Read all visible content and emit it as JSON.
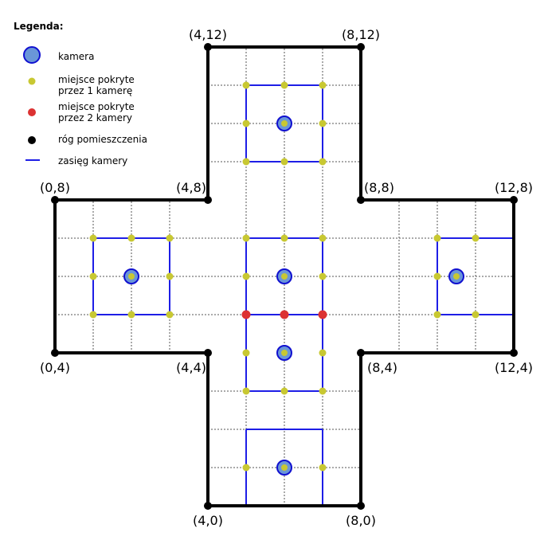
{
  "legend": {
    "title": "Legenda:",
    "items": [
      {
        "kind": "camera",
        "text1": "kamera",
        "text2": ""
      },
      {
        "kind": "single",
        "text1": "miejsce pokryte",
        "text2": "przez 1 kamerę"
      },
      {
        "kind": "double",
        "text1": "miejsce pokryte",
        "text2": "przez 2 kamery"
      },
      {
        "kind": "corner",
        "text1": "róg pomieszczenia",
        "text2": ""
      },
      {
        "kind": "range",
        "text1": "zasięg kamery",
        "text2": ""
      }
    ]
  },
  "colors": {
    "wall": "#000000",
    "grid": "#555555",
    "range": "#1e1ee6",
    "camera_fill": "#6a96d8",
    "camera_stroke": "#1010d0",
    "single": "#c8c832",
    "double": "#dc3232",
    "corner": "#000000"
  },
  "corners": [
    {
      "x": 4,
      "y": 12,
      "label": "(4,12)",
      "pos": "above"
    },
    {
      "x": 8,
      "y": 12,
      "label": "(8,12)",
      "pos": "above"
    },
    {
      "x": 0,
      "y": 8,
      "label": "(0,8)",
      "pos": "above"
    },
    {
      "x": 4,
      "y": 8,
      "label": "(4,8)",
      "pos": "above-left"
    },
    {
      "x": 8,
      "y": 8,
      "label": "(8,8)",
      "pos": "above-right"
    },
    {
      "x": 12,
      "y": 8,
      "label": "(12,8)",
      "pos": "above"
    },
    {
      "x": 0,
      "y": 4,
      "label": "(0,4)",
      "pos": "below"
    },
    {
      "x": 4,
      "y": 4,
      "label": "(4,4)",
      "pos": "below-left"
    },
    {
      "x": 8,
      "y": 4,
      "label": "(8,4)",
      "pos": "below-right"
    },
    {
      "x": 12,
      "y": 4,
      "label": "(12,4)",
      "pos": "below"
    },
    {
      "x": 4,
      "y": 0,
      "label": "(4,0)",
      "pos": "below"
    },
    {
      "x": 8,
      "y": 0,
      "label": "(8,0)",
      "pos": "below"
    }
  ],
  "cameras": [
    {
      "x": 6,
      "y": 10
    },
    {
      "x": 2,
      "y": 6
    },
    {
      "x": 6,
      "y": 6
    },
    {
      "x": 10.5,
      "y": 6
    },
    {
      "x": 6,
      "y": 4
    },
    {
      "x": 6,
      "y": 1
    }
  ],
  "single_points": [
    [
      5,
      11
    ],
    [
      6,
      11
    ],
    [
      7,
      11
    ],
    [
      5,
      10
    ],
    [
      7,
      10
    ],
    [
      5,
      9
    ],
    [
      6,
      9
    ],
    [
      7,
      9
    ],
    [
      1,
      7
    ],
    [
      2,
      7
    ],
    [
      3,
      7
    ],
    [
      1,
      6
    ],
    [
      3,
      6
    ],
    [
      1,
      5
    ],
    [
      2,
      5
    ],
    [
      3,
      5
    ],
    [
      5,
      7
    ],
    [
      6,
      7
    ],
    [
      7,
      7
    ],
    [
      5,
      6
    ],
    [
      7,
      6
    ],
    [
      10,
      7
    ],
    [
      11,
      7
    ],
    [
      10,
      6
    ],
    [
      10,
      5
    ],
    [
      11,
      5
    ],
    [
      5,
      4
    ],
    [
      7,
      4
    ],
    [
      5,
      3
    ],
    [
      6,
      3
    ],
    [
      7,
      3
    ],
    [
      5,
      1
    ],
    [
      7,
      1
    ]
  ],
  "double_points": [
    [
      5,
      5
    ],
    [
      6,
      5
    ],
    [
      7,
      5
    ]
  ],
  "range_segments": [
    [
      [
        5,
        11
      ],
      [
        7,
        11
      ]
    ],
    [
      [
        5,
        9
      ],
      [
        7,
        9
      ]
    ],
    [
      [
        5,
        11
      ],
      [
        5,
        9
      ]
    ],
    [
      [
        7,
        11
      ],
      [
        7,
        9
      ]
    ],
    [
      [
        1,
        7
      ],
      [
        3,
        7
      ]
    ],
    [
      [
        1,
        5
      ],
      [
        3,
        5
      ]
    ],
    [
      [
        1,
        7
      ],
      [
        1,
        5
      ]
    ],
    [
      [
        3,
        7
      ],
      [
        3,
        5
      ]
    ],
    [
      [
        5,
        7
      ],
      [
        7,
        7
      ]
    ],
    [
      [
        5,
        7
      ],
      [
        5,
        3
      ]
    ],
    [
      [
        7,
        7
      ],
      [
        7,
        3
      ]
    ],
    [
      [
        5,
        5
      ],
      [
        7,
        5
      ]
    ],
    [
      [
        5,
        3
      ],
      [
        7,
        3
      ]
    ],
    [
      [
        10,
        7
      ],
      [
        12,
        7
      ]
    ],
    [
      [
        10,
        5
      ],
      [
        12,
        5
      ]
    ],
    [
      [
        10,
        7
      ],
      [
        10,
        5
      ]
    ],
    [
      [
        5,
        2
      ],
      [
        7,
        2
      ]
    ],
    [
      [
        5,
        2
      ],
      [
        5,
        0
      ]
    ],
    [
      [
        7,
        2
      ],
      [
        7,
        0
      ]
    ]
  ]
}
